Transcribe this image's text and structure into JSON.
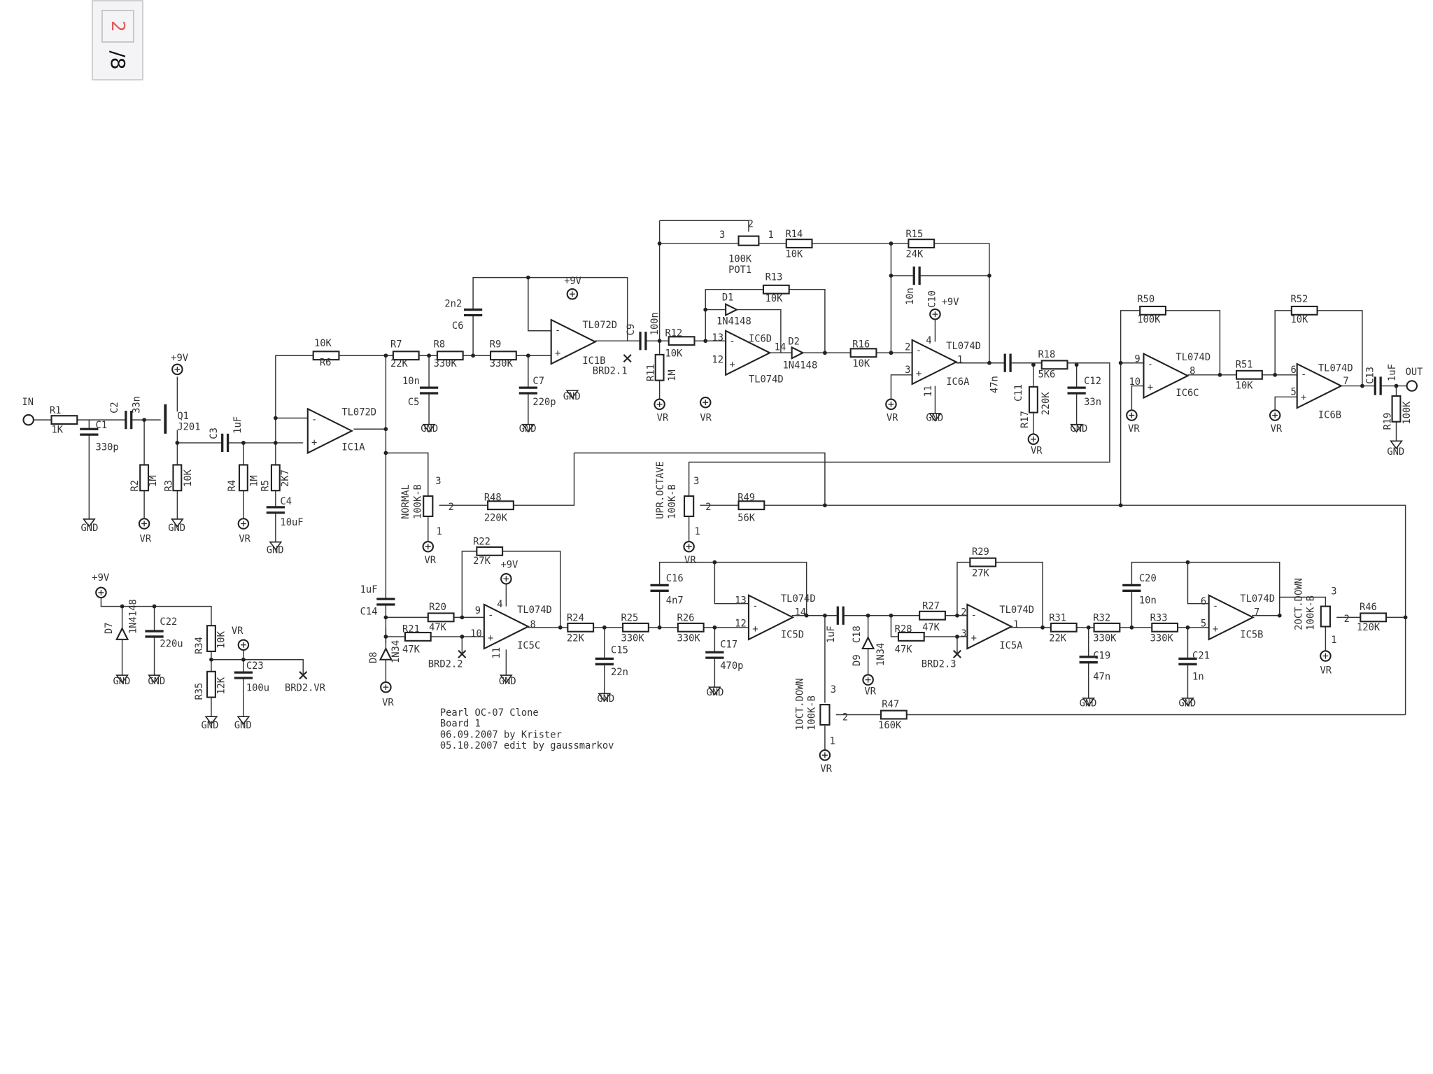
{
  "pager": {
    "current": "2",
    "total": "/8"
  },
  "title_block": [
    "Pearl OC-07 Clone",
    "Board 1",
    "06.09.2007 by Krister",
    "05.10.2007 edit by gaussmarkov"
  ],
  "labels": [
    "IN",
    "R1",
    "1K",
    "C1",
    "330p",
    "C2",
    "33n",
    "+9V",
    "Q1",
    "J201",
    "R2",
    "1M",
    "R3",
    "10K",
    "GND",
    "VR",
    "GND",
    "C3",
    "1uF",
    "R4",
    "1M",
    "R5",
    "2K7",
    "C4",
    "10uF",
    "VR",
    "GND",
    "10K",
    "R6",
    "TL072D",
    "IC1A",
    "R7",
    "22K",
    "R8",
    "330K",
    "10n",
    "C5",
    "GND",
    "2n2",
    "C6",
    "R9",
    "330K",
    "C7",
    "220p",
    "GND",
    "+9V",
    "TL072D",
    "IC1B",
    "BRD2.1",
    "GND",
    "C9",
    "100n",
    "R11",
    "1M",
    "VR",
    "R12",
    "10K",
    "100K",
    "POT1",
    "3",
    "2",
    "1",
    "R14",
    "10K",
    "D1",
    "1N4148",
    "R13",
    "10K",
    "IC6D",
    "TL074D",
    "13",
    "12",
    "14",
    "D2",
    "1N4148",
    "VR",
    "R16",
    "10K",
    "R15",
    "24K",
    "10n",
    "C10",
    "+9V",
    "TL074D",
    "IC6A",
    "2",
    "3",
    "4",
    "11",
    "1",
    "VR",
    "GND",
    "47n",
    "C11",
    "R18",
    "5K6",
    "R17",
    "220K",
    "VR",
    "C12",
    "33n",
    "GND",
    "R50",
    "100K",
    "TL074D",
    "IC6C",
    "9",
    "10",
    "8",
    "VR",
    "R51",
    "10K",
    "R52",
    "10K",
    "TL074D",
    "IC6B",
    "6",
    "5",
    "7",
    "VR",
    "C13",
    "1uF",
    "OUT",
    "R19",
    "100K",
    "GND",
    "NORMAL",
    "100K-B",
    "3",
    "2",
    "1",
    "VR",
    "R48",
    "220K",
    "UPR.OCTAVE",
    "100K-B",
    "3",
    "2",
    "1",
    "VR",
    "R49",
    "56K",
    "1uF",
    "C14",
    "R20",
    "47K",
    "R21",
    "47K",
    "R22",
    "27K",
    "+9V",
    "TL074D",
    "IC5C",
    "9",
    "10",
    "4",
    "11",
    "8",
    "D8",
    "1N34",
    "VR",
    "BRD2.2",
    "GND",
    "R24",
    "22K",
    "C15",
    "22n",
    "GND",
    "C16",
    "4n7",
    "R25",
    "330K",
    "R26",
    "330K",
    "C17",
    "470p",
    "GND",
    "TL074D",
    "IC5D",
    "13",
    "12",
    "14",
    "1uF",
    "C18",
    "D9",
    "1N34",
    "VR",
    "R27",
    "47K",
    "R28",
    "47K",
    "BRD2.3",
    "R29",
    "27K",
    "TL074D",
    "IC5A",
    "2",
    "3",
    "1",
    "R31",
    "22K",
    "R32",
    "330K",
    "C19",
    "47n",
    "GND",
    "C20",
    "10n",
    "R33",
    "330K",
    "C21",
    "1n",
    "GND",
    "TL074D",
    "IC5B",
    "6",
    "5",
    "7",
    "2OCT.DOWN",
    "100K-B",
    "3",
    "2",
    "1",
    "VR",
    "R46",
    "120K",
    "1OCT.DOWN",
    "100K-B",
    "3",
    "2",
    "1",
    "VR",
    "R47",
    "160K",
    "+9V",
    "D7",
    "1N4148",
    "C22",
    "220u",
    "GND",
    "GND",
    "R34",
    "10K",
    "VR",
    "R35",
    "12K",
    "C23",
    "100u",
    "BRD2.VR",
    "GND",
    "GND"
  ]
}
